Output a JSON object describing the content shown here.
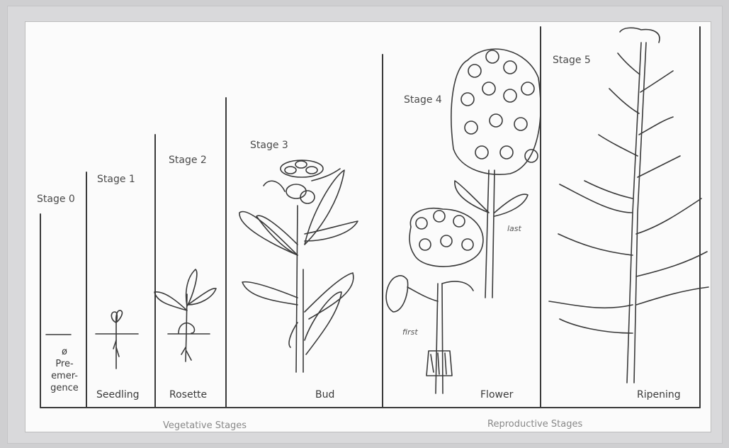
{
  "stages": [
    {
      "label": "Stage 0",
      "name_lines": [
        "ø",
        "Pre-",
        "emer-",
        "gence"
      ]
    },
    {
      "label": "Stage 1",
      "name": "Seedling"
    },
    {
      "label": "Stage 2",
      "name": "Rosette"
    },
    {
      "label": "Stage 3",
      "name": "Bud"
    },
    {
      "label": "Stage 4",
      "name": "Flower"
    },
    {
      "label": "Stage 5",
      "name": "Ripening"
    }
  ],
  "annotations": {
    "first": "first",
    "last": "last"
  },
  "groups": {
    "vegetative": "Vegetative Stages",
    "reproductive": "Reproductive Stages"
  },
  "colors": {
    "line": "#3a3a3a",
    "paper": "#fbfbfb",
    "frame": "#d9d9db"
  }
}
